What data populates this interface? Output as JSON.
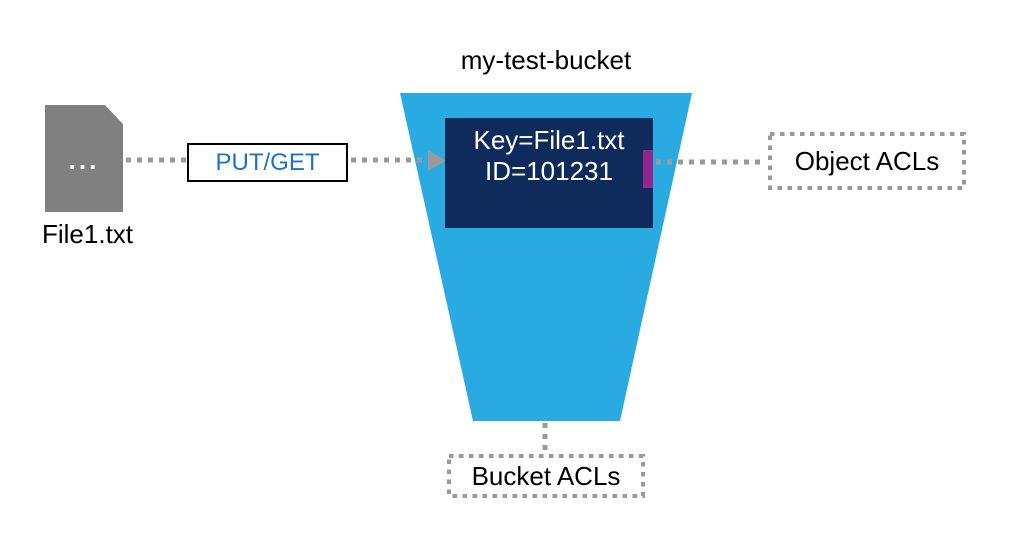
{
  "title": "my-test-bucket",
  "colors": {
    "bucket": "#29ABE2",
    "object_box": "#0F2B5C",
    "object_marker": "#92278F",
    "action_text": "#1C75BC",
    "file_icon": "#808080",
    "connector": "#999999",
    "acl_border": "#999999"
  },
  "file": {
    "label": "File1.txt",
    "dots": "...",
    "icon": "document-icon"
  },
  "action": {
    "label": "PUT/GET"
  },
  "object": {
    "line1": "Key=File1.txt",
    "line2": "ID=101231"
  },
  "object_acls": {
    "label": "Object ACLs"
  },
  "bucket_acls": {
    "label": "Bucket ACLs"
  }
}
